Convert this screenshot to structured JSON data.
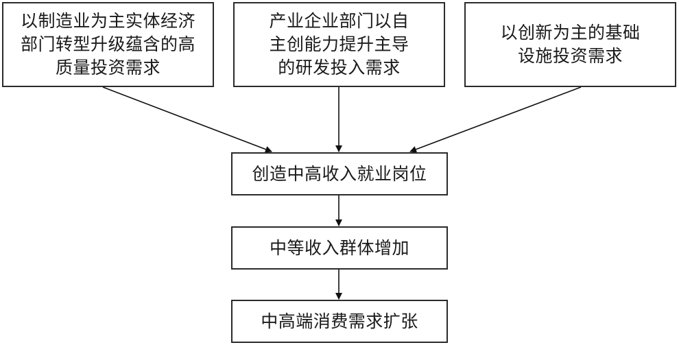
{
  "diagram": {
    "type": "flowchart",
    "nodes": [
      {
        "id": "n1",
        "label": "以制造业为主实体经济\n部门转型升级蕴含的高\n质量投资需求"
      },
      {
        "id": "n2",
        "label": "产业企业部门以自\n主创能力提升主导\n的研发投入需求"
      },
      {
        "id": "n3",
        "label": "以创新为主的基础\n设施投资需求"
      },
      {
        "id": "n4",
        "label": "创造中高收入就业岗位"
      },
      {
        "id": "n5",
        "label": "中等收入群体增加"
      },
      {
        "id": "n6",
        "label": "中高端消费需求扩张"
      }
    ],
    "edges": [
      {
        "from": "n1",
        "to": "n4"
      },
      {
        "from": "n2",
        "to": "n4"
      },
      {
        "from": "n3",
        "to": "n4"
      },
      {
        "from": "n4",
        "to": "n5"
      },
      {
        "from": "n5",
        "to": "n6"
      }
    ]
  }
}
